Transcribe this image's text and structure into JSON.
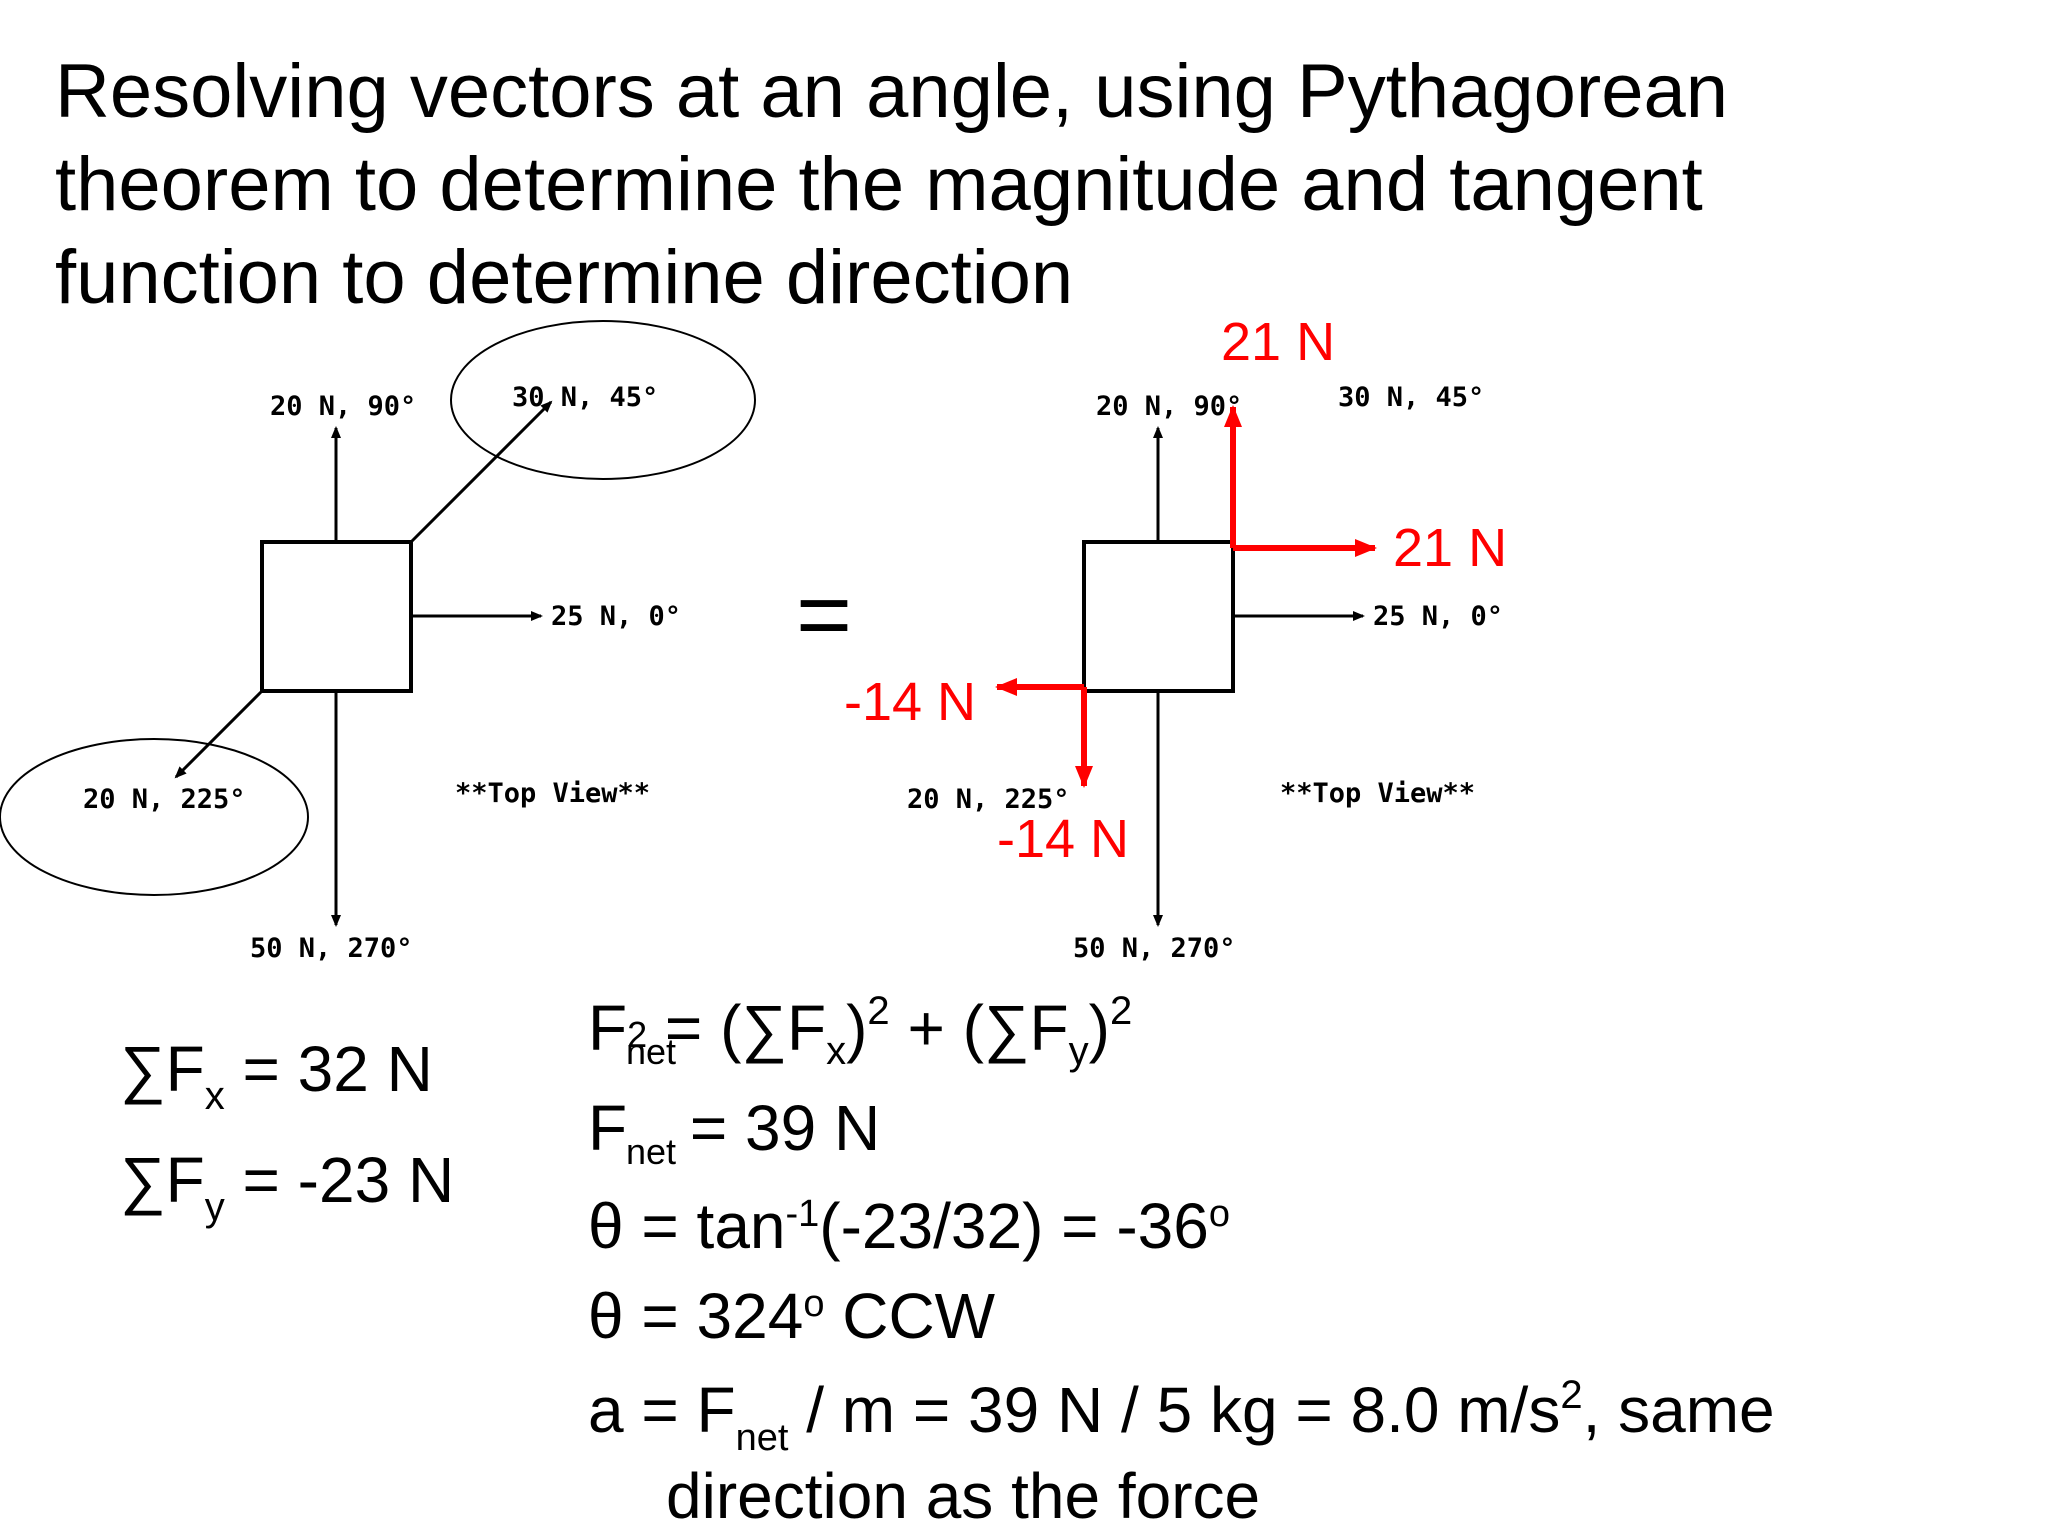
{
  "title": {
    "line1": "Resolving vectors at an angle, using Pythagorean",
    "line2": "theorem to determine the magnitude and tangent",
    "line3": "function to determine direction"
  },
  "left_diagram": {
    "label_up": "20 N, 90°",
    "label_diag_ur": "30 N, 45°",
    "label_right": "25 N, 0°",
    "label_diag_dl": "20 N, 225°",
    "label_down": "50 N, 270°",
    "view_label": "**Top View**"
  },
  "equals_sign": "=",
  "right_diagram": {
    "label_up": "20 N, 90°",
    "label_diag_ur": "30 N, 45°",
    "label_right": "25 N, 0°",
    "label_diag_dl": "20 N, 225°",
    "label_down": "50 N, 270°",
    "view_label": "**Top View**",
    "comp_up": "21 N",
    "comp_right": "21 N",
    "comp_left": "-14 N",
    "comp_down": "-14 N"
  },
  "sums": {
    "sym": "∑F",
    "fx_sub": "x",
    "fx_rest": " = 32 N",
    "fy_sub": "y",
    "fy_rest": " = -23 N"
  },
  "equations": {
    "F": "F",
    "net": "net",
    "two": "2",
    "l1_a": " = (∑F",
    "x": "x",
    "y": "y",
    "paren": ")",
    "l1_b": " + (∑F",
    "l2_rest": " = 39 N",
    "l3_a": "θ = tan",
    "l3_sup": "-1",
    "l3_b": "(-23/32) = -36",
    "deg": "o",
    "l4_a": "θ = 324",
    "l4_b": " CCW",
    "l5_a": "a = F",
    "l5_b": " / m = 39 N / 5 kg = 8.0 m/s",
    "l5_c": ", same",
    "l6": "direction as the force"
  },
  "colors": {
    "text": "#000000",
    "accent": "#ff0000"
  }
}
